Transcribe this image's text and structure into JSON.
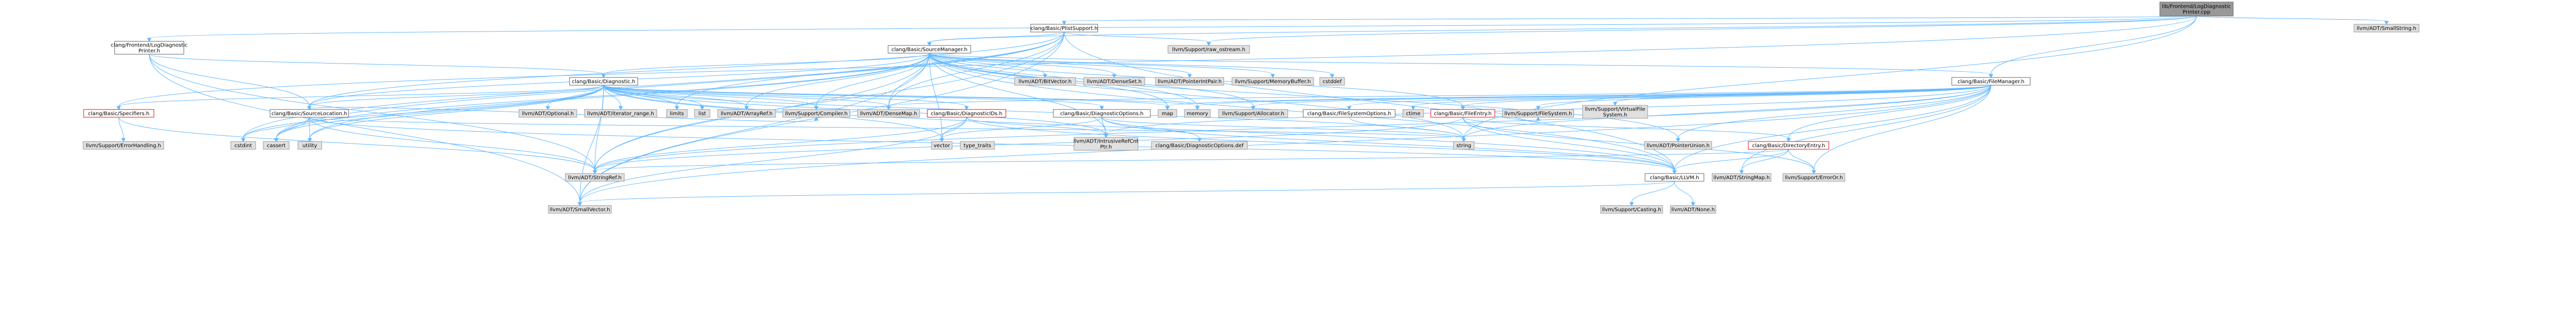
{
  "nodes": [
    {
      "id": "root",
      "kind": "root",
      "lines": [
        "lib/Frontend/LogDiagnostic",
        "Printer.cpp"
      ]
    },
    {
      "id": "pfs",
      "kind": "file",
      "lines": [
        "clang/Basic/PlistSupport.h"
      ]
    },
    {
      "id": "smallstring",
      "kind": "sys",
      "lines": [
        "llvm/ADT/SmallString.h"
      ]
    },
    {
      "id": "ldp",
      "kind": "file",
      "lines": [
        "clang/Frontend/LogDiagnostic",
        "Printer.h"
      ]
    },
    {
      "id": "rawos",
      "kind": "sys",
      "lines": [
        "llvm/Support/raw_ostream.h"
      ]
    },
    {
      "id": "srcmgr",
      "kind": "file",
      "lines": [
        "clang/Basic/SourceManager.h"
      ]
    },
    {
      "id": "filemgr",
      "kind": "file",
      "lines": [
        "clang/Basic/FileManager.h"
      ]
    },
    {
      "id": "diag",
      "kind": "file",
      "lines": [
        "clang/Basic/Diagnostic.h"
      ]
    },
    {
      "id": "bitvec",
      "kind": "sys",
      "lines": [
        "llvm/ADT/BitVector.h"
      ]
    },
    {
      "id": "denseset",
      "kind": "sys",
      "lines": [
        "llvm/ADT/DenseSet.h"
      ]
    },
    {
      "id": "pip",
      "kind": "sys",
      "lines": [
        "llvm/ADT/PointerIntPair.h"
      ]
    },
    {
      "id": "membuf",
      "kind": "sys",
      "lines": [
        "llvm/Support/MemoryBuffer.h"
      ]
    },
    {
      "id": "cstddef",
      "kind": "sys",
      "lines": [
        "cstddef"
      ]
    },
    {
      "id": "specifiers",
      "kind": "trunc",
      "lines": [
        "clang/Basic/Specifiers.h"
      ]
    },
    {
      "id": "srcloc",
      "kind": "file",
      "lines": [
        "clang/Basic/SourceLocation.h"
      ]
    },
    {
      "id": "optional",
      "kind": "sys",
      "lines": [
        "llvm/ADT/Optional.h"
      ]
    },
    {
      "id": "iterrange",
      "kind": "sys",
      "lines": [
        "llvm/ADT/iterator_range.h"
      ]
    },
    {
      "id": "limits",
      "kind": "sys",
      "lines": [
        "limits"
      ]
    },
    {
      "id": "list",
      "kind": "sys",
      "lines": [
        "list"
      ]
    },
    {
      "id": "arrayref",
      "kind": "sys",
      "lines": [
        "llvm/ADT/ArrayRef.h"
      ]
    },
    {
      "id": "compiler",
      "kind": "sys",
      "lines": [
        "llvm/Support/Compiler.h"
      ]
    },
    {
      "id": "densemap",
      "kind": "sys",
      "lines": [
        "llvm/ADT/DenseMap.h"
      ]
    },
    {
      "id": "diagids",
      "kind": "trunc",
      "lines": [
        "clang/Basic/DiagnosticIDs.h"
      ]
    },
    {
      "id": "diagopts",
      "kind": "file",
      "lines": [
        "clang/Basic/DiagnosticOptions.h"
      ]
    },
    {
      "id": "map",
      "kind": "sys",
      "lines": [
        "map"
      ]
    },
    {
      "id": "memory",
      "kind": "sys",
      "lines": [
        "memory"
      ]
    },
    {
      "id": "allocator",
      "kind": "sys",
      "lines": [
        "llvm/Support/Allocator.h"
      ]
    },
    {
      "id": "fsopts",
      "kind": "file",
      "lines": [
        "clang/Basic/FileSystemOptions.h"
      ]
    },
    {
      "id": "ctime",
      "kind": "sys",
      "lines": [
        "ctime"
      ]
    },
    {
      "id": "fileentry",
      "kind": "trunc",
      "lines": [
        "clang/Basic/FileEntry.h"
      ]
    },
    {
      "id": "filesystem",
      "kind": "sys",
      "lines": [
        "llvm/Support/FileSystem.h"
      ]
    },
    {
      "id": "vfs",
      "kind": "sys",
      "lines": [
        "llvm/Support/VirtualFile",
        "System.h"
      ]
    },
    {
      "id": "errhandling",
      "kind": "sys",
      "lines": [
        "llvm/Support/ErrorHandling.h"
      ]
    },
    {
      "id": "cstdint",
      "kind": "sys",
      "lines": [
        "cstdint"
      ]
    },
    {
      "id": "cassert",
      "kind": "sys",
      "lines": [
        "cassert"
      ]
    },
    {
      "id": "utility",
      "kind": "sys",
      "lines": [
        "utility"
      ]
    },
    {
      "id": "vector",
      "kind": "sys",
      "lines": [
        "vector"
      ]
    },
    {
      "id": "typetraits",
      "kind": "sys",
      "lines": [
        "type_traits"
      ]
    },
    {
      "id": "irc",
      "kind": "sys",
      "lines": [
        "llvm/ADT/IntrusiveRefCnt",
        "Ptr.h"
      ]
    },
    {
      "id": "diagoptsdef",
      "kind": "sys",
      "lines": [
        "clang/Basic/DiagnosticOptions.def"
      ]
    },
    {
      "id": "string",
      "kind": "sys",
      "lines": [
        "string"
      ]
    },
    {
      "id": "ptrunion",
      "kind": "sys",
      "lines": [
        "llvm/ADT/PointerUnion.h"
      ]
    },
    {
      "id": "direntry",
      "kind": "trunc",
      "lines": [
        "clang/Basic/DirectoryEntry.h"
      ]
    },
    {
      "id": "stringref",
      "kind": "sys",
      "lines": [
        "llvm/ADT/StringRef.h"
      ]
    },
    {
      "id": "llvmh",
      "kind": "file",
      "lines": [
        "clang/Basic/LLVM.h"
      ]
    },
    {
      "id": "stringmap",
      "kind": "sys",
      "lines": [
        "llvm/ADT/StringMap.h"
      ]
    },
    {
      "id": "erroror",
      "kind": "sys",
      "lines": [
        "llvm/Support/ErrorOr.h"
      ]
    },
    {
      "id": "smallvec",
      "kind": "sys",
      "lines": [
        "llvm/ADT/SmallVector.h"
      ]
    },
    {
      "id": "casting",
      "kind": "sys",
      "lines": [
        "llvm/Support/Casting.h"
      ]
    },
    {
      "id": "none",
      "kind": "sys",
      "lines": [
        "llvm/ADT/None.h"
      ]
    }
  ],
  "edges": [
    [
      "root",
      "pfs"
    ],
    [
      "root",
      "smallstring"
    ],
    [
      "root",
      "ldp"
    ],
    [
      "root",
      "rawos"
    ],
    [
      "root",
      "srcmgr"
    ],
    [
      "root",
      "filemgr"
    ],
    [
      "root",
      "specifiers"
    ],
    [
      "root",
      "string"
    ],
    [
      "pfs",
      "srcmgr"
    ],
    [
      "pfs",
      "srcloc"
    ],
    [
      "pfs",
      "llvmh"
    ],
    [
      "pfs",
      "densemap"
    ],
    [
      "pfs",
      "rawos"
    ],
    [
      "pfs",
      "smallvec"
    ],
    [
      "pfs",
      "stringref"
    ],
    [
      "pfs",
      "cassert"
    ],
    [
      "pfs",
      "cstdint"
    ],
    [
      "pfs",
      "limits"
    ],
    [
      "ldp",
      "diag"
    ],
    [
      "ldp",
      "srcloc"
    ],
    [
      "ldp",
      "smallvec"
    ],
    [
      "ldp",
      "stringref"
    ],
    [
      "srcmgr",
      "diag"
    ],
    [
      "srcmgr",
      "filemgr"
    ],
    [
      "srcmgr",
      "srcloc"
    ],
    [
      "srcmgr",
      "bitvec"
    ],
    [
      "srcmgr",
      "denseset"
    ],
    [
      "srcmgr",
      "pip"
    ],
    [
      "srcmgr",
      "membuf"
    ],
    [
      "srcmgr",
      "cstddef"
    ],
    [
      "srcmgr",
      "densemap"
    ],
    [
      "srcmgr",
      "arrayref"
    ],
    [
      "srcmgr",
      "compiler"
    ],
    [
      "srcmgr",
      "irc"
    ],
    [
      "srcmgr",
      "map"
    ],
    [
      "srcmgr",
      "memory"
    ],
    [
      "srcmgr",
      "allocator"
    ],
    [
      "srcmgr",
      "vector"
    ],
    [
      "srcmgr",
      "utility"
    ],
    [
      "srcmgr",
      "cassert"
    ],
    [
      "srcmgr",
      "string"
    ],
    [
      "srcmgr",
      "stringref"
    ],
    [
      "srcmgr",
      "smallvec"
    ],
    [
      "srcmgr",
      "llvmh"
    ],
    [
      "srcmgr",
      "fileentry"
    ],
    [
      "srcmgr",
      "ptrunion"
    ],
    [
      "diag",
      "specifiers"
    ],
    [
      "diag",
      "srcloc"
    ],
    [
      "diag",
      "optional"
    ],
    [
      "diag",
      "iterrange"
    ],
    [
      "diag",
      "limits"
    ],
    [
      "diag",
      "list"
    ],
    [
      "diag",
      "arrayref"
    ],
    [
      "diag",
      "compiler"
    ],
    [
      "diag",
      "densemap"
    ],
    [
      "diag",
      "diagids"
    ],
    [
      "diag",
      "diagopts"
    ],
    [
      "diag",
      "map"
    ],
    [
      "diag",
      "memory"
    ],
    [
      "diag",
      "cassert"
    ],
    [
      "diag",
      "cstdint"
    ],
    [
      "diag",
      "string"
    ],
    [
      "diag",
      "type_traits"
    ],
    [
      "diag",
      "utility"
    ],
    [
      "diag",
      "vector"
    ],
    [
      "diag",
      "irc"
    ],
    [
      "diag",
      "smallvec"
    ],
    [
      "diag",
      "stringref"
    ],
    [
      "diag",
      "llvmh"
    ],
    [
      "filemgr",
      "fsopts"
    ],
    [
      "filemgr",
      "ctime"
    ],
    [
      "filemgr",
      "fileentry"
    ],
    [
      "filemgr",
      "direntry"
    ],
    [
      "filemgr",
      "filesystem"
    ],
    [
      "filemgr",
      "vfs"
    ],
    [
      "filemgr",
      "allocator"
    ],
    [
      "filemgr",
      "densemap"
    ],
    [
      "filemgr",
      "irc"
    ],
    [
      "filemgr",
      "ptrunion"
    ],
    [
      "filemgr",
      "stringmap"
    ],
    [
      "filemgr",
      "erroror"
    ],
    [
      "filemgr",
      "map"
    ],
    [
      "filemgr",
      "memory"
    ],
    [
      "filemgr",
      "string"
    ],
    [
      "filemgr",
      "llvmh"
    ],
    [
      "filemgr",
      "smallvec"
    ],
    [
      "filemgr",
      "stringref"
    ],
    [
      "specifiers",
      "errhandling"
    ],
    [
      "specifiers",
      "stringref"
    ],
    [
      "srcloc",
      "llvmh"
    ],
    [
      "srcloc",
      "compiler"
    ],
    [
      "srcloc",
      "cassert"
    ],
    [
      "srcloc",
      "cstdint"
    ],
    [
      "srcloc",
      "string"
    ],
    [
      "srcloc",
      "utility"
    ],
    [
      "srcloc",
      "stringref"
    ],
    [
      "diagids",
      "llvmh"
    ],
    [
      "diagids",
      "vector"
    ],
    [
      "diagids",
      "irc"
    ],
    [
      "diagids",
      "stringref"
    ],
    [
      "diagids",
      "smallvec"
    ],
    [
      "diagopts",
      "llvmh"
    ],
    [
      "diagopts",
      "irc"
    ],
    [
      "diagopts",
      "string"
    ],
    [
      "diagopts",
      "type_traits"
    ],
    [
      "diagopts",
      "vector"
    ],
    [
      "diagopts",
      "diagoptsdef"
    ],
    [
      "fsopts",
      "string"
    ],
    [
      "fileentry",
      "direntry"
    ],
    [
      "fileentry",
      "llvmh"
    ],
    [
      "fileentry",
      "stringref"
    ],
    [
      "fileentry",
      "erroror"
    ],
    [
      "fileentry",
      "filesystem"
    ],
    [
      "direntry",
      "llvmh"
    ],
    [
      "direntry",
      "stringmap"
    ],
    [
      "direntry",
      "stringref"
    ],
    [
      "direntry",
      "erroror"
    ],
    [
      "llvmh",
      "smallvec"
    ],
    [
      "llvmh",
      "casting"
    ],
    [
      "llvmh",
      "none"
    ]
  ]
}
